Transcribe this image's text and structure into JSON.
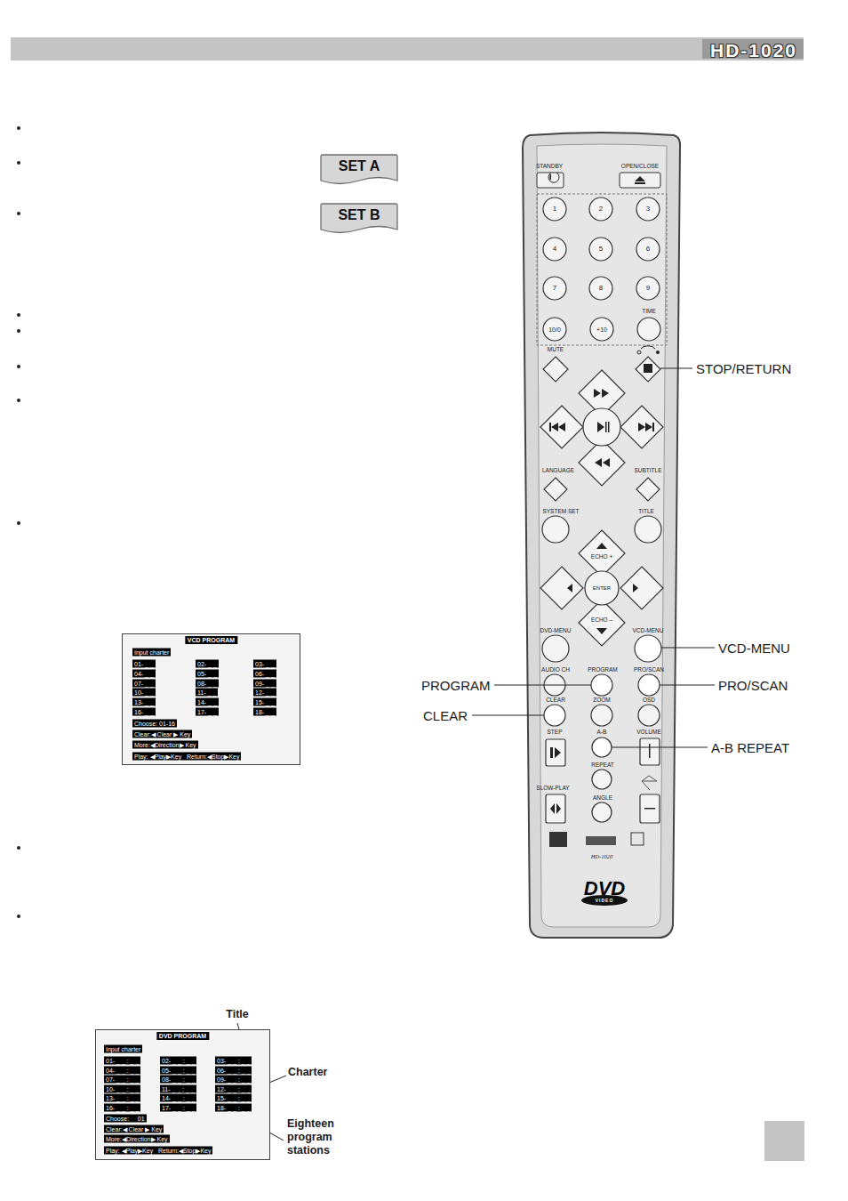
{
  "diagram": {
    "nodes": [
      {
        "text": [
          "SET A"
        ]
      },
      {
        "text": [
          "SET B"
        ]
      },
      {
        "text": [
          "VCD PROGRAM"
        ]
      },
      {
        "text": [
          "DVD PROGRAM"
        ]
      }
    ],
    "labels": [
      "HD-1020",
      "STANDBY",
      "OPEN/CLOSE",
      "1",
      "2",
      "3",
      "4",
      "5",
      "6",
      "7",
      "8",
      "9",
      "10/0",
      "+10",
      "TIME",
      "MUTE",
      "LANGUAGE",
      "SUBTITLE",
      "SYSTEM SET",
      "TITLE",
      "ECHO +",
      "ENTER",
      "ECHO –",
      "DVD-MENU",
      "VCD-MENU",
      "AUDIO CH",
      "PROGRAM",
      "PRO/SCAN",
      "CLEAR",
      "ZOOM",
      "OSD",
      "STEP",
      "A-B",
      "VOLUME",
      "REPEAT",
      "SLOW-PLAY",
      "ANGLE",
      "HD-1020",
      "DVD",
      "VIDEO",
      "STOP/RETURN",
      "VCD-MENU",
      "PROGRAM",
      "PRO/SCAN",
      "CLEAR",
      "A-B REPEAT",
      "Input charter",
      "01- _ _",
      "02- _ _",
      "03- _ _",
      "04- _ _",
      "05- _ _",
      "06- _ _",
      "07- _ _",
      "08- _ _",
      "09- _ _",
      "10- _ _",
      "11- _ _",
      "12- _ _",
      "13- _ _",
      "14- _ _",
      "15- _ _",
      "16- _ _",
      "17- _ _",
      "18- _ _",
      "Choose: 01-16",
      "Clear:◀ Clear ▶ Key",
      "More:◀Direction▶ Key",
      "Play: ◀Play▶Key   Return:◀Stop▶Key",
      "Input charter",
      "01- _ _ : _ _",
      "02- _ _ : _ _",
      "03- _ _ : _ _",
      "04- _ _ : _ _",
      "05- _ _ : _ _",
      "06- _ _ : _ _",
      "07- _ _ : _ _",
      "08- _ _ : _ _",
      "09- _ _ : _ _",
      "10- _ _ : _ _",
      "11- _ _ : _ _",
      "12- _ _ : _ _",
      "13- _ _ : _ _",
      "14- _ _ : _ _",
      "15- _ _ : _ _",
      "16- _ _ : _ _",
      "17- _ _ : _ _",
      "18- _ _ : _ _",
      "Choose:     01",
      "Clear:◀ Clear ▶ Key",
      "More:◀Direction▶ Key",
      "Play: ◀Play▶Key   Return:◀Stop▶Key",
      "Title",
      "Charter",
      "Eighteen program stations"
    ]
  }
}
